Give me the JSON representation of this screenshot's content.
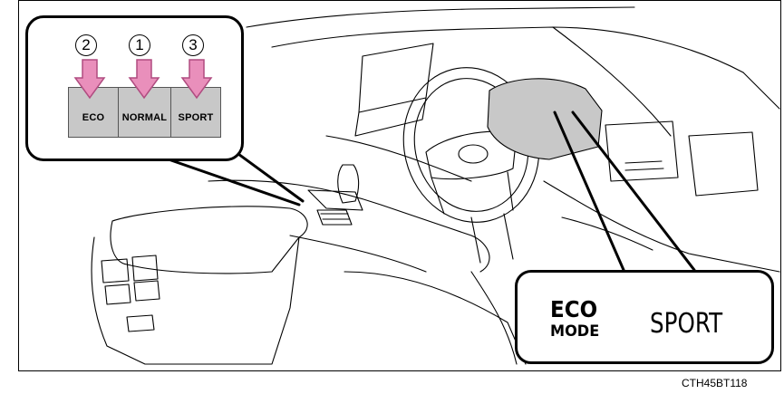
{
  "selector_panel": {
    "buttons": [
      {
        "number": "2",
        "label": "ECO"
      },
      {
        "number": "1",
        "label": "NORMAL"
      },
      {
        "number": "3",
        "label": "SPORT"
      }
    ],
    "arrow_color": "#e98fbb",
    "button_color": "#c8c8c8"
  },
  "indicator": {
    "eco_line1": "ECO",
    "eco_line2": "MODE",
    "sport": "SPORT"
  },
  "figure_code": "CTH45BT118"
}
